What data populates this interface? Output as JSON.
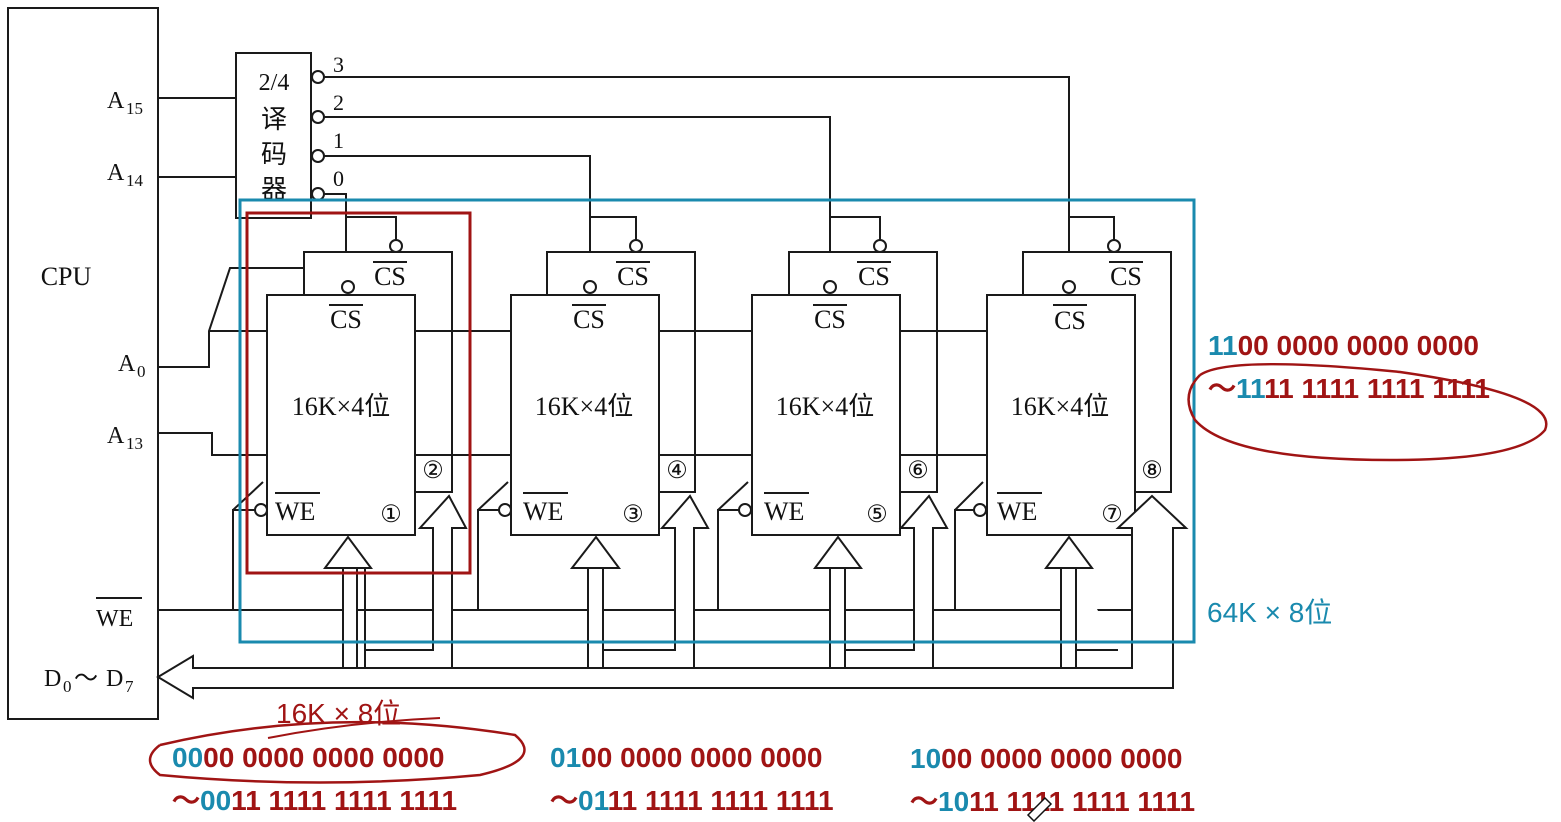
{
  "diagram": {
    "cpu": {
      "label": "CPU",
      "pins": {
        "a15": {
          "base": "A",
          "sub": "15"
        },
        "a14": {
          "base": "A",
          "sub": "14"
        },
        "a0": {
          "base": "A",
          "sub": "0"
        },
        "a13": {
          "base": "A",
          "sub": "13"
        },
        "we": "WE",
        "data": {
          "d": "D",
          "sub0": "0",
          "tilde": "～",
          "d2": "D",
          "sub7": "7"
        }
      }
    },
    "decoder": {
      "lines": [
        "2/4",
        "译",
        "码",
        "器"
      ],
      "outputs": [
        "3",
        "2",
        "1",
        "0"
      ]
    },
    "chips": [
      {
        "label": "16K×4位",
        "cs": "CS",
        "we": "WE",
        "front": "①",
        "back": "②"
      },
      {
        "label": "16K×4位",
        "cs": "CS",
        "we": "WE",
        "front": "③",
        "back": "④"
      },
      {
        "label": "16K×4位",
        "cs": "CS",
        "we": "WE",
        "front": "⑤",
        "back": "⑥"
      },
      {
        "label": "16K×4位",
        "cs": "CS",
        "we": "WE",
        "front": "⑦",
        "back": "⑧"
      }
    ],
    "colors": {
      "teal": "#1a8aae",
      "red": "#a01414",
      "ink": "#1a1a1a"
    }
  },
  "annotations": {
    "group_label": "16K × 8位",
    "total_label": "64K × 8位",
    "ranges": [
      {
        "start_prefix": "00",
        "start_rest": "00 0000 0000 0000",
        "tilde": "～",
        "end_prefix": "00",
        "end_rest": "11 1111 1111 1111"
      },
      {
        "start_prefix": "01",
        "start_rest": "00 0000 0000 0000",
        "tilde": "～",
        "end_prefix": "01",
        "end_rest": "11 1111 1111 1111"
      },
      {
        "start_prefix": "10",
        "start_rest": "00 0000 0000 0000",
        "tilde": "～",
        "end_prefix": "10",
        "end_rest": "11 1111 1111 1111"
      },
      {
        "start_prefix": "11",
        "start_rest": "00 0000 0000 0000",
        "tilde": "～",
        "end_prefix": "11",
        "end_rest": "11 1111 1111 1111"
      }
    ]
  }
}
